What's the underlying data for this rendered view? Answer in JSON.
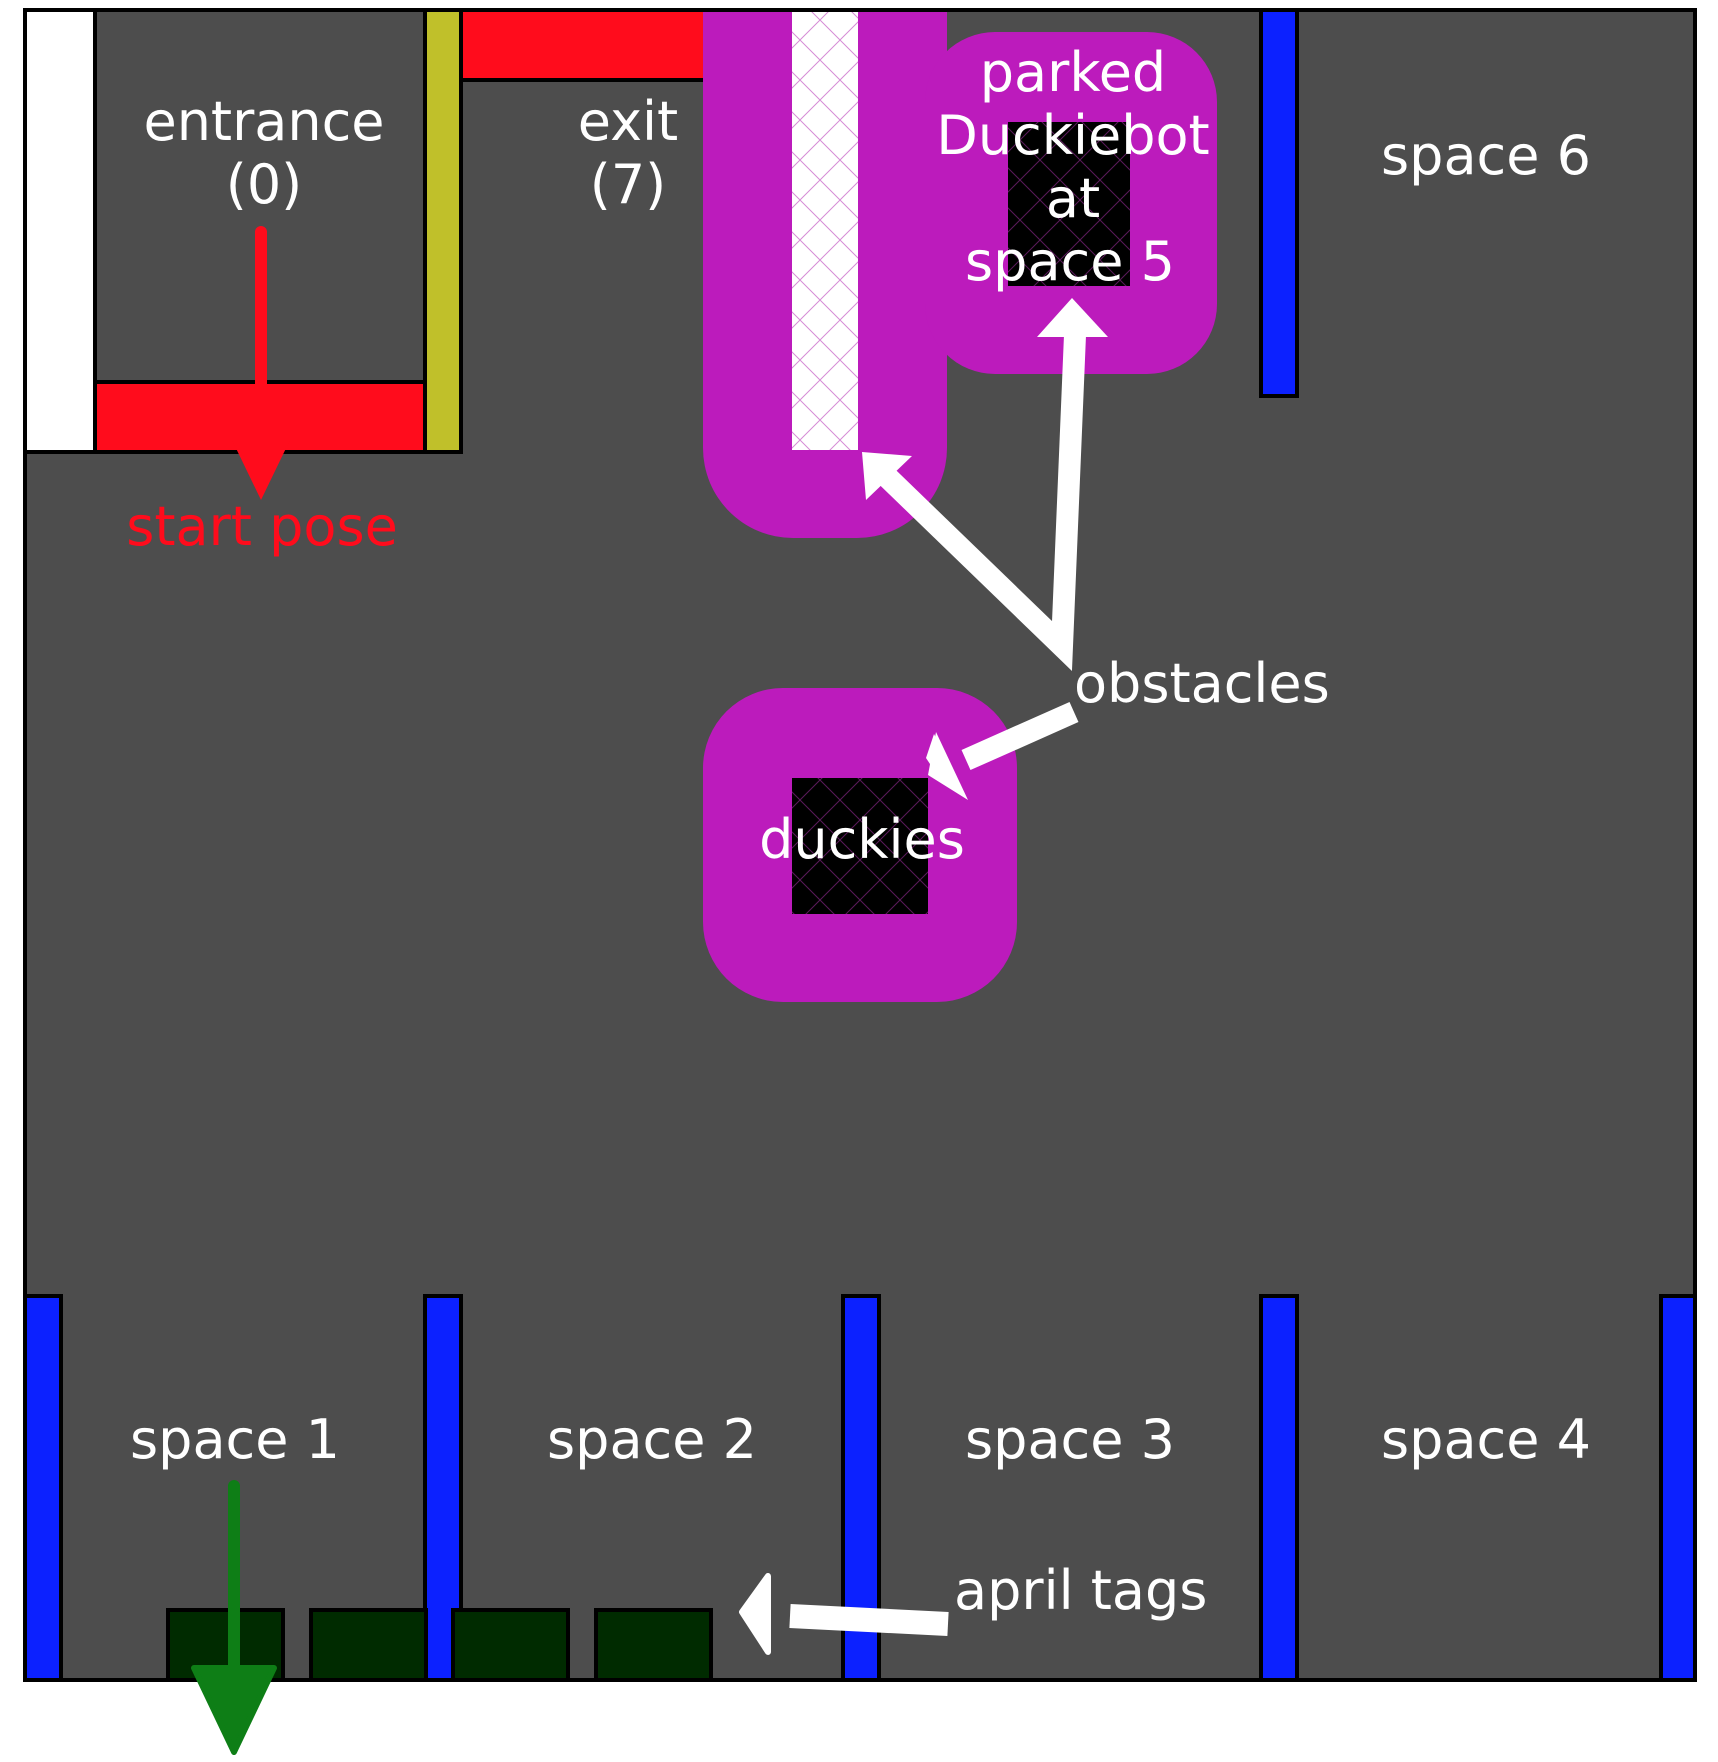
{
  "colors": {
    "floor": "#4d4d4d",
    "outline": "#000000",
    "divider": "#0c21ff",
    "entrance_bar": "#ff0c1c",
    "yellow_bar": "#c0c02a",
    "white_bar": "#ffffff",
    "obstacle_halo": "#bc1bbc",
    "obstacle_core": "#000000",
    "april_tag": "#002b00",
    "green_arrow": "#0e7e16",
    "label": "#ffffff",
    "start_label": "#ff0c1c"
  },
  "labels": {
    "entrance": [
      "entrance",
      "(0)"
    ],
    "exit": [
      "exit",
      "(7)"
    ],
    "parked": [
      "parked",
      "Duckiebot",
      "at",
      "space 5"
    ],
    "space6": "space 6",
    "start_pose": "start pose",
    "obstacles": "obstacles",
    "duckies": "duckies",
    "april_tags": "april tags",
    "spaces": [
      "space 1",
      "space 2",
      "space 3",
      "space 4"
    ]
  }
}
